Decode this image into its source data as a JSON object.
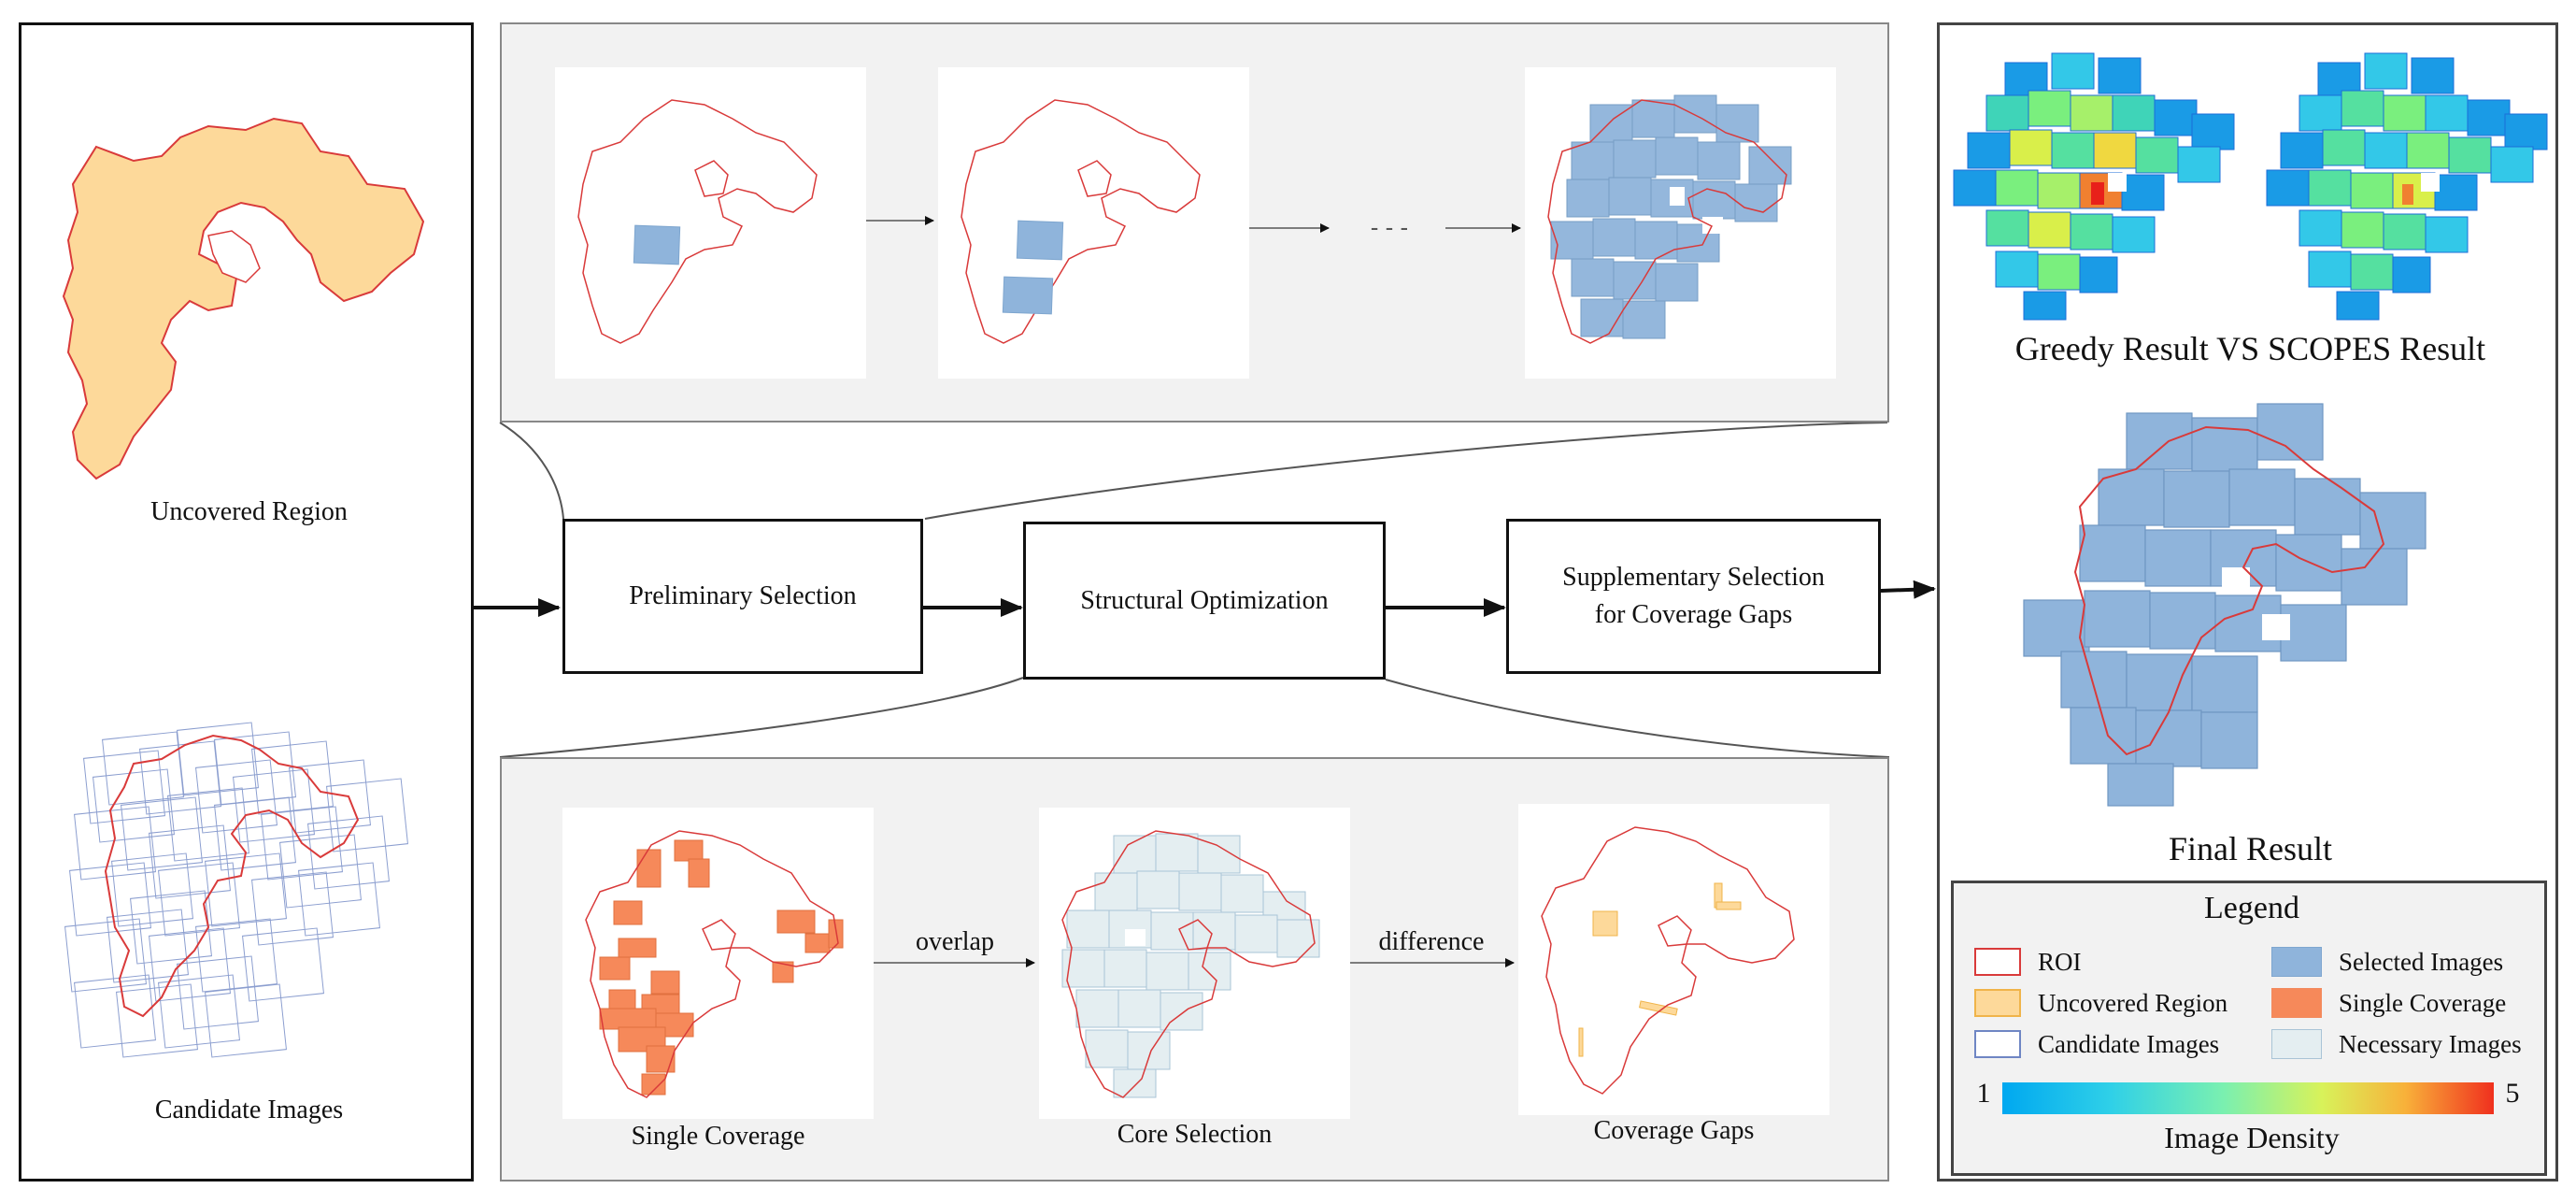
{
  "left_panel": {
    "uncovered_caption": "Uncovered Region",
    "candidate_caption": "Candidate Images"
  },
  "process": {
    "preliminary": "Preliminary Selection",
    "structural": "Structural Optimization",
    "supplementary_line1": "Supplementary Selection",
    "supplementary_line2": "for Coverage Gaps",
    "ellipsis": "- - -"
  },
  "bottom_panel": {
    "single_coverage_caption": "Single Coverage",
    "overlap_label": "overlap",
    "core_selection_caption": "Core Selection",
    "difference_label": "difference",
    "coverage_gaps_caption": "Coverage Gaps"
  },
  "right_panel": {
    "comparison_caption": "Greedy Result VS SCOPES Result",
    "final_caption": "Final Result"
  },
  "legend": {
    "title": "Legend",
    "items": [
      {
        "label": "ROI",
        "style": "outline",
        "stroke": "#d93a3a",
        "fill": "#ffffff"
      },
      {
        "label": "Selected Images",
        "style": "filled",
        "stroke": "#7ea6cf",
        "fill": "#8fb4db"
      },
      {
        "label": "Uncovered Region",
        "style": "filled",
        "stroke": "#f0b44a",
        "fill": "#fdd99a"
      },
      {
        "label": "Single Coverage",
        "style": "filled",
        "stroke": "#f28a5e",
        "fill": "#f6895a"
      },
      {
        "label": "Candidate Images",
        "style": "outline",
        "stroke": "#6f86c4",
        "fill": "#ffffff"
      },
      {
        "label": "Necessary Images",
        "style": "filled",
        "stroke": "#a9c4d6",
        "fill": "#e4eef1"
      }
    ],
    "colorbar_min": "1",
    "colorbar_max": "5",
    "colorbar_label": "Image Density"
  },
  "colors": {
    "roi": "#d93a3a",
    "uncovered": "#fdd99a",
    "selected": "#8fb4db",
    "single": "#f6895a",
    "necessary": "#e4eef1",
    "candidate": "#6f86c4",
    "panel_gray": "#f2f2f2"
  }
}
